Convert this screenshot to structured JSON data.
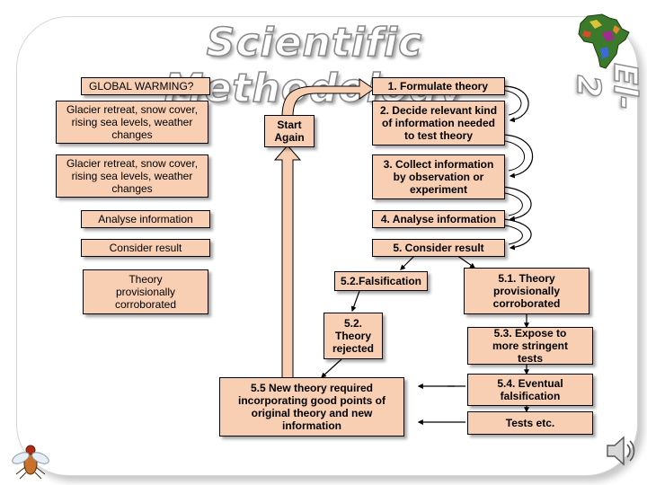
{
  "header": {
    "title": "Scientific Methodology",
    "side_code": "El-2"
  },
  "left_column": {
    "global_warming": "GLOBAL WARMING?",
    "observations_1": "Glacier retreat, snow cover, rising sea levels, weather changes",
    "observations_2": "Glacier retreat, snow cover, rising sea levels, weather changes",
    "analyse": "Analyse information",
    "consider": "Consider result",
    "corroborated": "Theory provisionally corroborated"
  },
  "start_again": "Start Again",
  "steps": {
    "s1": "1. Formulate theory",
    "s2": "2. Decide relevant kind of information needed to test theory",
    "s3": "3. Collect information by observation or experiment",
    "s4": "4. Analyse information",
    "s5": "5. Consider result",
    "s5_1": "5.1. Theory provisionally corroborated",
    "s5_2_falsification": "5.2.Falsification",
    "s5_2_rejected": "5.2. Theory rejected",
    "s5_3": "5.3. Expose to more stringent tests",
    "s5_4": "5.4. Eventual falsification",
    "s5_5": "5.5 New theory required incorporating good points of original theory and new information",
    "tests_etc": "Tests etc."
  },
  "icons": [
    "africa-map-icon",
    "fly-icon",
    "speaker-icon"
  ],
  "colors": {
    "box_fill": "#f9cfb4",
    "box_border": "#000000",
    "arrow_fill": "#f9cfb4"
  }
}
